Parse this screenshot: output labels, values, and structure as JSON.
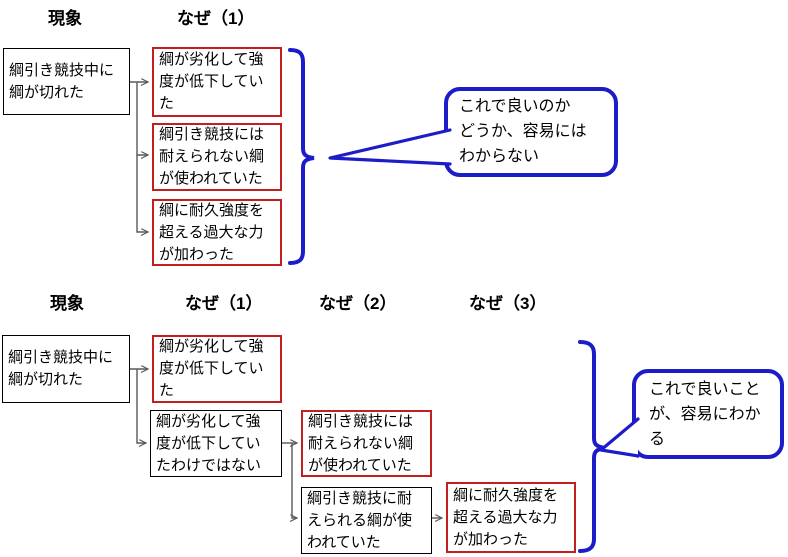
{
  "colors": {
    "blue": "#1c1cc8",
    "red": "#c22020",
    "black": "#000000",
    "connector": "#595959"
  },
  "top_chart": {
    "headers": {
      "phenomenon": "現象",
      "why1": "なぜ（1）"
    },
    "phenomenon": {
      "lines": [
        "綱引き競技中に",
        "綱が切れた"
      ]
    },
    "causes": [
      {
        "lines": [
          "綱が劣化して強",
          "度が低下してい",
          "た"
        ]
      },
      {
        "lines": [
          "綱引き競技には",
          "耐えられない綱",
          "が使われていた"
        ]
      },
      {
        "lines": [
          "綱に耐久強度を",
          "超える過大な力",
          "が加わった"
        ]
      }
    ],
    "callout": {
      "lines": [
        "これで良いのか",
        "どうか、容易には",
        "わからない"
      ]
    }
  },
  "bottom_chart": {
    "headers": {
      "phenomenon": "現象",
      "why1": "なぜ（1）",
      "why2": "なぜ（2）",
      "why3": "なぜ（3）"
    },
    "phenomenon": {
      "lines": [
        "綱引き競技中に",
        "綱が切れた"
      ]
    },
    "why1_cause": {
      "lines": [
        "綱が劣化して強",
        "度が低下してい",
        "た"
      ]
    },
    "why1_negation": {
      "lines": [
        "綱が劣化して強",
        "度が低下してい",
        "たわけではない"
      ]
    },
    "why2_cause": {
      "lines": [
        "綱引き競技には",
        "耐えられない綱",
        "が使われていた"
      ]
    },
    "why2_negation": {
      "lines": [
        "綱引き競技に耐",
        "えられる綱が使",
        "われていた"
      ]
    },
    "why3_cause": {
      "lines": [
        "綱に耐久強度を",
        "超える過大な力",
        "が加わった"
      ]
    },
    "callout": {
      "lines": [
        "これで良いこと",
        "が、容易にわか",
        "る"
      ]
    }
  }
}
